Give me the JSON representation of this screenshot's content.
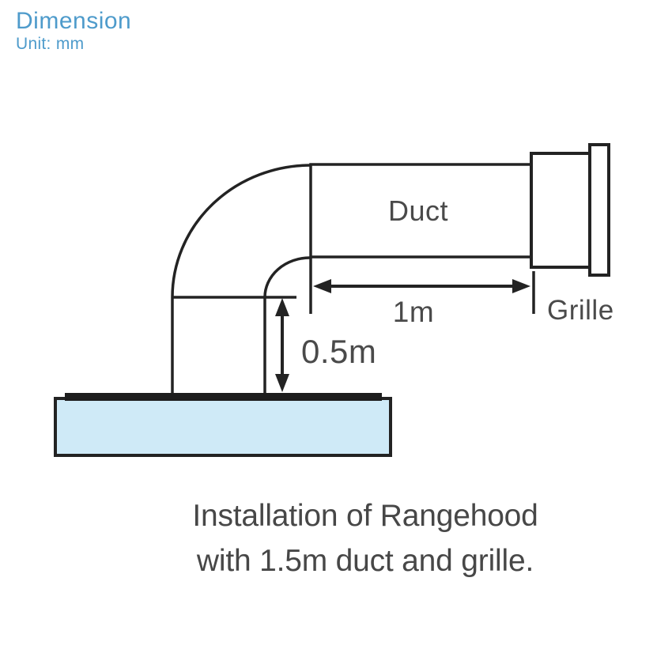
{
  "header": {
    "title": "Dimension",
    "subtitle": "Unit: mm",
    "text_color": "#4e9bcb"
  },
  "diagram": {
    "labels": {
      "duct": "Duct",
      "grille": "Grille",
      "horizontal_dimension": "1m",
      "vertical_dimension": "0.5m"
    },
    "colors": {
      "line": "#232323",
      "label_text": "#4a4a4a",
      "rangehood_fill": "#cfeaf7",
      "rangehood_bar": "#1d1d1d"
    }
  },
  "caption": {
    "line1": "Installation of Rangehood",
    "line2": "with 1.5m duct and grille.",
    "text_color": "#474747"
  }
}
